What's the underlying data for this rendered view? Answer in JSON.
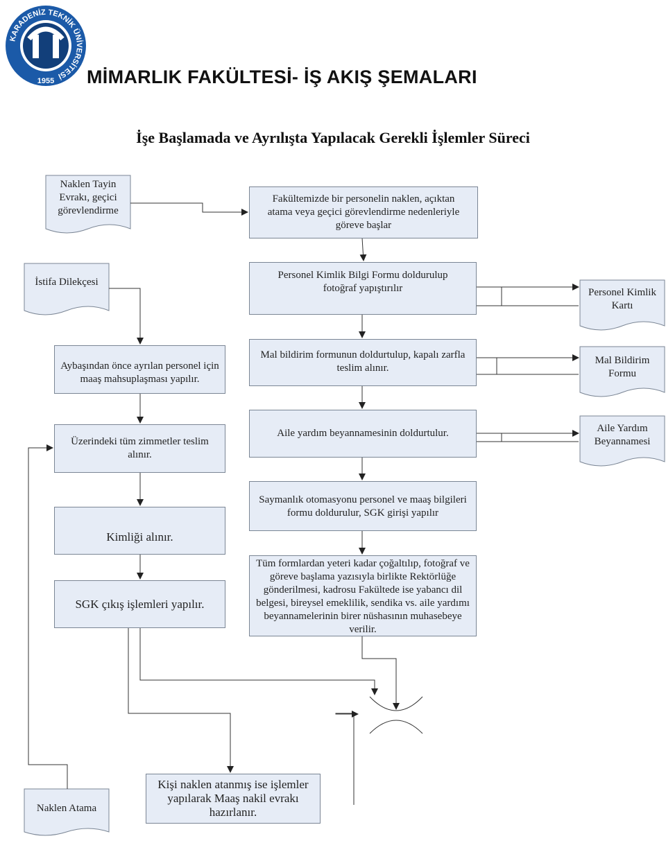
{
  "header": {
    "logo_text": "KARADENİZ TEKNİK ÜNİVERSİTESİ",
    "logo_year": "1955",
    "title": "MİMARLIK FAKÜLTESİ- İŞ AKIŞ ŞEMALARI",
    "subtitle": "İşe Başlamada ve Ayrılışta Yapılacak Gerekli İşlemler Süreci"
  },
  "documents": {
    "naklen_tayin": "Naklen Tayin Evrakı, geçici görevlendirme",
    "istifa": "İstifa Dilekçesi",
    "kimlik_karti": "Personel Kimlik Kartı",
    "mal_bildirim_formu": "Mal Bildirim Formu",
    "aile_yardim": "Aile Yardım Beyannamesi",
    "naklen_atama": "Naklen Atama"
  },
  "steps": {
    "goreve_baslar": "Fakültemizde bir personelin naklen, açıktan atama veya geçici görevlendirme nedenleriyle göreve başlar",
    "kimlik_formu": "Personel Kimlik Bilgi Formu doldurulup fotoğraf yapıştırılır",
    "mal_bildirim": "Mal bildirim formunun doldurtulup, kapalı zarfla teslim alınır.",
    "aile_yardim": "Aile yardım beyannamesinin doldurtulur.",
    "saymanlik": "Saymanlık otomasyonu personel ve maaş bilgileri formu doldurulur, SGK girişi yapılır",
    "tum_formlar": "Tüm formlardan yeteri kadar çoğaltılıp, fotoğraf ve göreve başlama yazısıyla birlikte Rektörlüğe gönderilmesi, kadrosu Fakültede ise yabancı dil belgesi, bireysel emeklilik, sendika vs. aile yardımı beyannamelerinin birer nüshasının muhasebeye verilir.",
    "maas_mahsuplasma": "Aybaşından önce ayrılan personel için maaş mahsuplaşması yapılır.",
    "zimmetler": "Üzerindeki tüm zimmetler teslim alınır.",
    "kimlik_alinir": "Kimliği alınır.",
    "sgk_cikis": "SGK çıkış işlemleri yapılır.",
    "maas_nakil": "Kişi naklen atanmış ise işlemler yapılarak Maaş nakil evrakı hazırlanır."
  },
  "colors": {
    "box_fill": "#e6ecf6",
    "box_border": "#7a8594",
    "logo_blue": "#1b5aa8",
    "logo_dark": "#123f7a"
  }
}
